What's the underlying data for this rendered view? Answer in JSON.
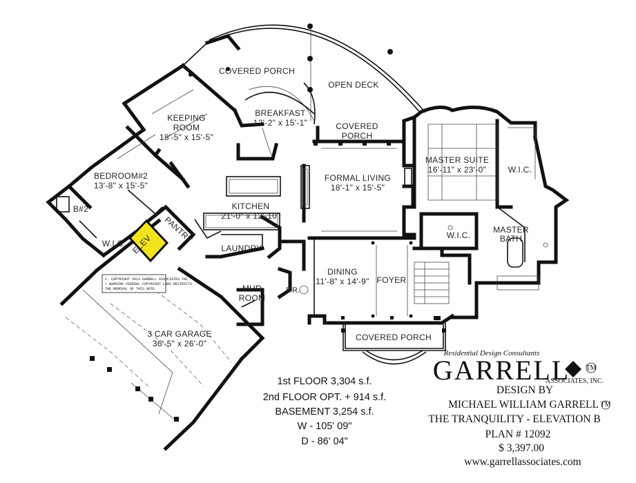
{
  "colors": {
    "elevator_fill": "#f2e41c",
    "wall": "#111111",
    "background": "#ffffff"
  },
  "rooms": {
    "covered_porch_top": "COVERED PORCH",
    "open_deck": "OPEN DECK",
    "keeping_room": {
      "name_l1": "KEEPING",
      "name_l2": "ROOM",
      "dims": "18'-5\" x 15'-5\""
    },
    "breakfast": {
      "name": "BREAKFAST",
      "dims": "12'-2\" x 15'-1\""
    },
    "covered_porch_mid": {
      "l1": "COVERED",
      "l2": "PORCH"
    },
    "master_suite": {
      "name": "MASTER SUITE",
      "dims": "16'-11\" x 23'-0\""
    },
    "wic_master": "W.I.C.",
    "bedroom2": {
      "name": "BEDROOM#2",
      "dims": "13'-8\" x 15'-5\""
    },
    "bath2": "B#2",
    "kitchen": {
      "name": "KITCHEN",
      "dims": "21'-0\" x 12'-10\""
    },
    "formal_living": {
      "name": "FORMAL LIVING",
      "dims": "18'-1\" x 15'-5\""
    },
    "pantry": "PANTRY",
    "elev": "ELEV",
    "wic_bed": "W.I.C.",
    "laundry": "LAUNDRY",
    "wic_bath": "W.I.C.",
    "master_bath": {
      "l1": "MASTER",
      "l2": "BATH"
    },
    "dining": {
      "name": "DINING",
      "dims": "11'-8\" x 14'-9\""
    },
    "foyer": "FOYER",
    "mud_room": {
      "l1": "MUD",
      "l2": "ROOM"
    },
    "powder": "P.R.",
    "garage": {
      "name": "3 CAR GARAGE",
      "dims": "36'-5\" x 26'-0\""
    },
    "covered_porch_front": "COVERED PORCH"
  },
  "copyright_note": {
    "l1": "C. COPYRIGHT 2013 GARRELL ASSOCIATES INC.",
    "l2": "• WARNING FEDERAL COPYRIGHT LAWS RESTRICTS",
    "l3": "THE REMOVAL OF THIS NOTE."
  },
  "stats": {
    "first_floor": "1st FLOOR  3,304 s.f.",
    "second_floor": "2nd FLOOR OPT. + 914 s.f.",
    "basement": "BASEMENT  3,254 s.f.",
    "width": "W - 105' 09\"",
    "depth": "D -    86' 04\""
  },
  "brand": {
    "tagline": "Residential Design Consultants",
    "name": "GARRELL",
    "tm": "TM",
    "sub": "ASSOCIATES, INC."
  },
  "credits": {
    "design_by": "DESIGN BY",
    "designer": "MICHAEL WILLIAM GARRELL",
    "designer_tm": "TM",
    "plan_name": "THE TRANQUILITY - ELEVATION B",
    "plan_number": "PLAN #  12092",
    "price": "$ 3,397.00",
    "website": "www.garrellassociates.com"
  }
}
